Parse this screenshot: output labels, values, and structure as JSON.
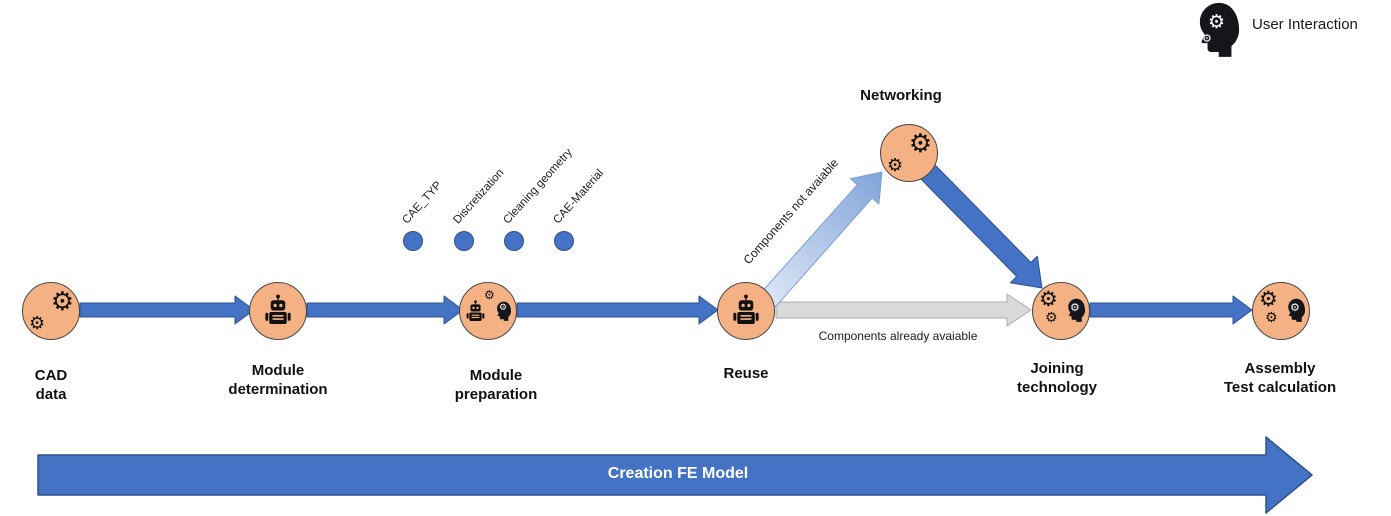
{
  "legend": {
    "label": "User Interaction",
    "icon": "head-gears-icon"
  },
  "nodes": {
    "cad": {
      "line1": "CAD",
      "line2": "data",
      "icon": "gears-icon"
    },
    "module_determination": {
      "line1": "Module",
      "line2": "determination",
      "icon": "robot-icon"
    },
    "module_preparation": {
      "line1": "Module",
      "line2": "preparation",
      "icon": "robot-head-gears-icon"
    },
    "reuse": {
      "label": "Reuse",
      "icon": "robot-icon"
    },
    "networking": {
      "label": "Networking",
      "icon": "gears-icon"
    },
    "joining_technology": {
      "line1": "Joining",
      "line2": "technology",
      "icon": "gears-head-icon"
    },
    "assembly": {
      "line1": "Assembly",
      "line2": "Test calculation",
      "icon": "gears-head-icon"
    }
  },
  "parameters": [
    "CAE_TYP",
    "Discretization",
    "Cleaning geometry",
    "CAE-Material"
  ],
  "edge_labels": {
    "components_not_available": "Components not avaiable",
    "components_already_available": "Components already avaiable"
  },
  "bottom_arrow": {
    "label": "Creation FE Model"
  },
  "colors": {
    "flow_blue": "#4472C4",
    "flow_blue_dark": "#2F528F",
    "alt_path_gray": "#D9D9D9",
    "branch_light_blue": "#9DC3E6",
    "node_fill": "#F4B183",
    "dot_blue": "#4472C4"
  }
}
